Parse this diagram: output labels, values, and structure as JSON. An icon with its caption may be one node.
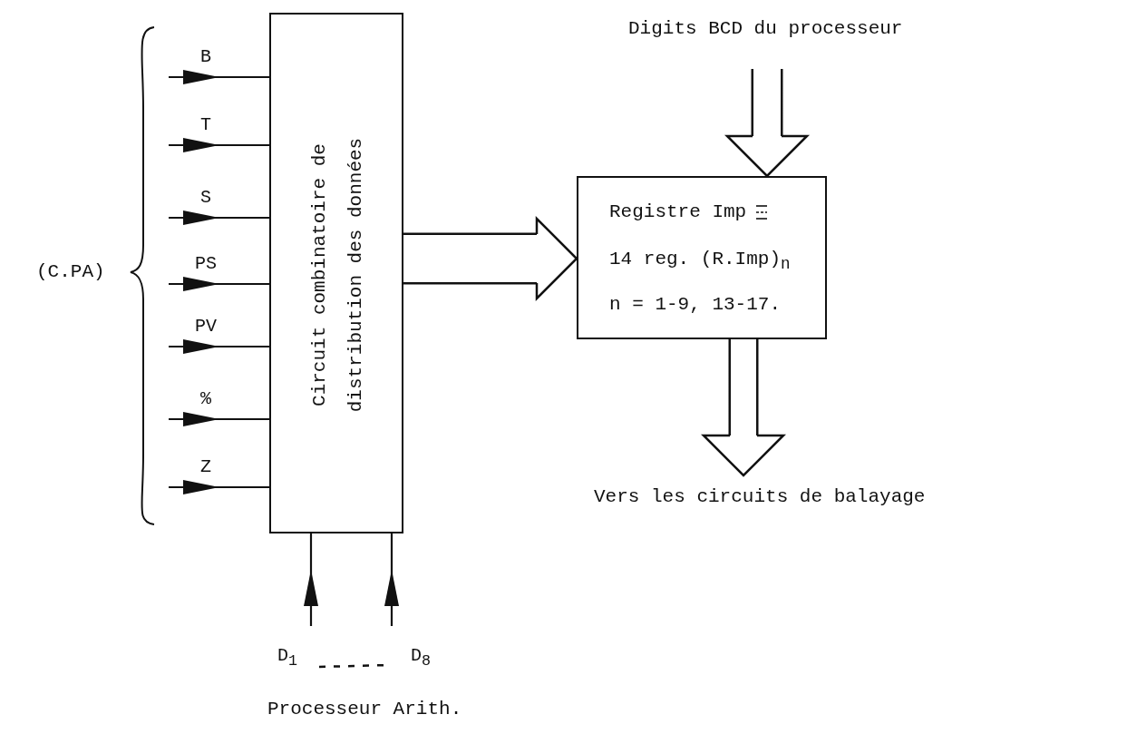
{
  "diagram": {
    "nodes": [
      {
        "text": [
          "Circuit combinatoire de distribution des données"
        ]
      },
      {
        "text": [
          "Registre Imp",
          "14 reg. (R.Imp)$_{n}$",
          "n = 1-9, 13-17."
        ]
      },
      {
        "text": [
          "Digits BCD du processeur"
        ]
      },
      {
        "text": [
          "Vers les circuits de balayage"
        ]
      }
    ],
    "edges": [
      {
        "from": null,
        "to": 0,
        "arrow": "to",
        "label": "B"
      },
      {
        "from": null,
        "to": 0,
        "arrow": "to",
        "label": "T"
      },
      {
        "from": null,
        "to": 0,
        "arrow": "to",
        "label": "S"
      },
      {
        "from": null,
        "to": 0,
        "arrow": "to",
        "label": "PS"
      },
      {
        "from": null,
        "to": 0,
        "arrow": "to",
        "label": "PV"
      },
      {
        "from": null,
        "to": 0,
        "arrow": "to",
        "label": "%"
      },
      {
        "from": null,
        "to": 0,
        "arrow": "to",
        "label": "Z"
      },
      {
        "from": null,
        "to": 0,
        "arrow": "to",
        "label": "D$_{1}$"
      },
      {
        "from": null,
        "to": 0,
        "arrow": "to",
        "label": "D$_{8}$"
      },
      {
        "from": 0,
        "to": 1,
        "arrow": "to",
        "style": "thick"
      },
      {
        "from": 2,
        "to": 1,
        "arrow": "to",
        "style": "thick"
      },
      {
        "from": 1,
        "to": 3,
        "arrow": "to",
        "style": "thick"
      }
    ],
    "labels": [
      "(C.PA)",
      "Processeur Arith."
    ]
  }
}
